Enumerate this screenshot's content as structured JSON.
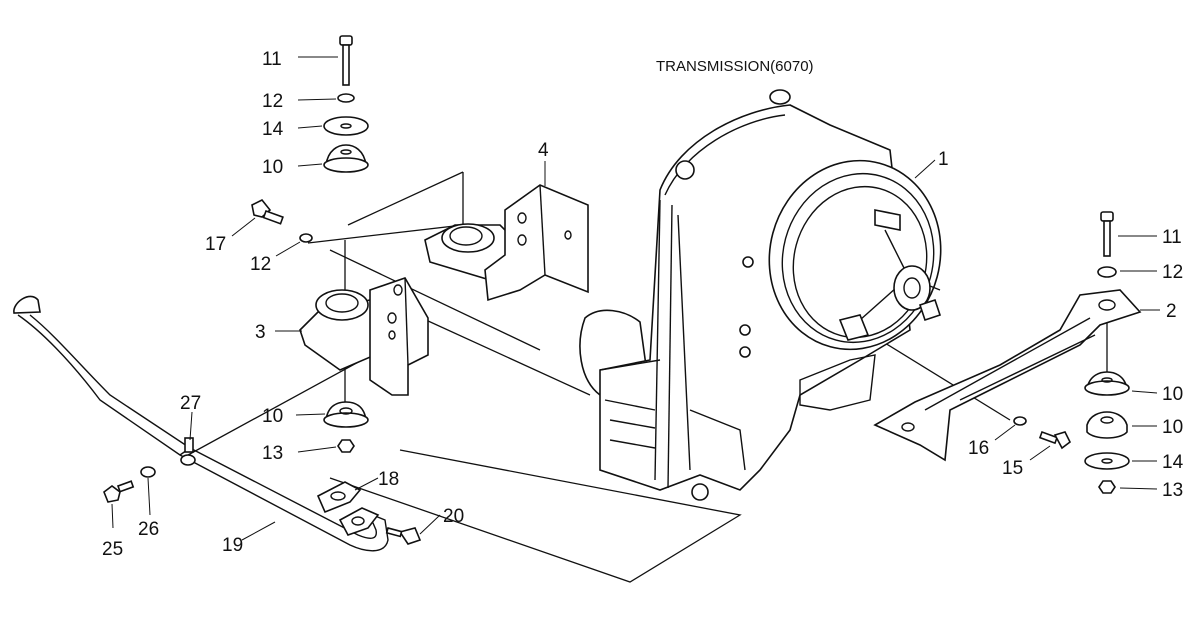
{
  "title": "TRANSMISSION(6070)",
  "labels": {
    "p1": "1",
    "p2": "2",
    "p3": "3",
    "p4": "4",
    "p10a": "10",
    "p10b": "10",
    "p10c": "10",
    "p10d": "10",
    "p11a": "11",
    "p11b": "11",
    "p12a": "12",
    "p12b": "12",
    "p12c": "12",
    "p13a": "13",
    "p13b": "13",
    "p14a": "14",
    "p14b": "14",
    "p15": "15",
    "p16": "16",
    "p17": "17",
    "p18": "18",
    "p19": "19",
    "p20": "20",
    "p25": "25",
    "p26": "26",
    "p27": "27"
  }
}
